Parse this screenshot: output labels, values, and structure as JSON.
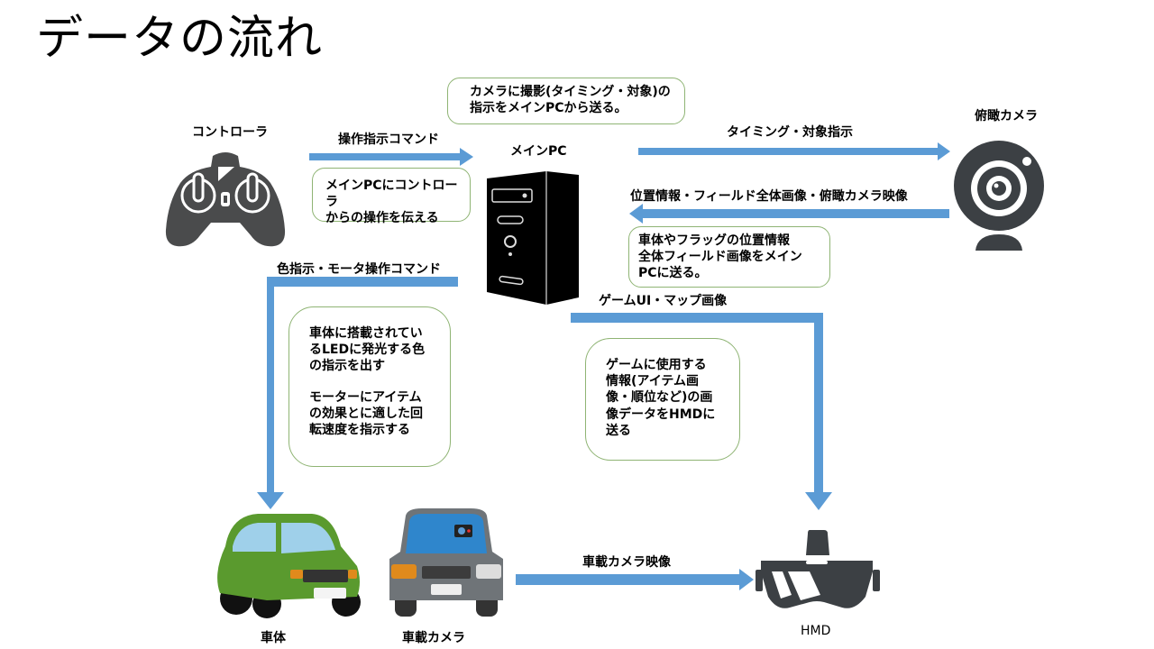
{
  "title": "データの流れ",
  "colors": {
    "arrow": "#5b9bd5",
    "note_border": "#8fb474",
    "icon_dark": "#3c4044",
    "pc_black": "#000000",
    "car_green": "#5a9a2e",
    "car_gray": "#6f7478"
  },
  "nodes": {
    "controller": {
      "label": "コントローラ",
      "icon": "gamepad-icon"
    },
    "main_pc": {
      "label": "メインPC",
      "icon": "desktop-tower-icon"
    },
    "overhead_camera": {
      "label": "俯瞰カメラ",
      "icon": "webcam-icon"
    },
    "vehicle": {
      "label": "車体",
      "icon": "green-car-icon"
    },
    "onboard_camera": {
      "label": "車載カメラ",
      "icon": "dashcam-car-icon"
    },
    "hmd": {
      "label": "HMD",
      "icon": "vr-headset-icon"
    }
  },
  "flows": {
    "controller_to_pc": {
      "label": "操作指示コマンド"
    },
    "pc_to_camera": {
      "label": "タイミング・対象指示"
    },
    "camera_to_pc": {
      "label": "位置情報・フィールド全体画像・俯瞰カメラ映像"
    },
    "pc_to_vehicle": {
      "label": "色指示・モータ操作コマンド"
    },
    "pc_to_hmd": {
      "label": "ゲームUI・マップ画像"
    },
    "onboard_to_hmd": {
      "label": "車載カメラ映像"
    }
  },
  "notes": {
    "camera_instruction": "カメラに撮影(タイミング・対象)の\n指示をメインPCから送る。",
    "controller_note": "メインPCにコントローラ\nからの操作を伝える",
    "camera_note": "車体やフラッグの位置情報\n全体フィールド画像をメイン\nPCに送る。",
    "vehicle_note_1": "車体に搭載されてい\nるLEDに発光する色\nの指示を出す",
    "vehicle_note_2": "モーターにアイテム\nの効果とに適した回\n転速度を指示する",
    "hmd_note": "ゲームに使用する\n情報(アイテム画\n像・順位など)の画\n像データをHMDに\n送る"
  }
}
